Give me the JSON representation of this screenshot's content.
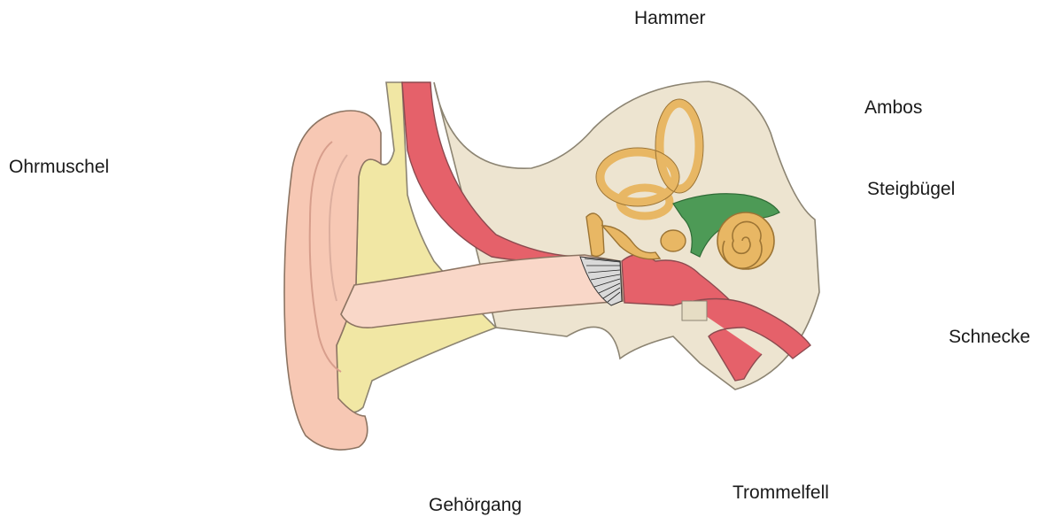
{
  "labels": {
    "hammer": "Hammer",
    "ambos": "Ambos",
    "ohrmuschel": "Ohrmuschel",
    "steigbuegel": "Steigbügel",
    "schnecke": "Schnecke",
    "trommelfell": "Trommelfell",
    "gehoergang": "Gehörgang"
  },
  "colors": {
    "background": "#ffffff",
    "bone": "#ede4d0",
    "cartilage": "#f1e7a4",
    "skin": "#f7c8b4",
    "canal": "#f9d7c8",
    "blood_vessel": "#e5616a",
    "ossicle": "#e8b764",
    "nerve": "#4d9a56",
    "outline": "#7a7060"
  },
  "icons": {
    "ear_diagram": "ear-anatomy-illustration"
  }
}
